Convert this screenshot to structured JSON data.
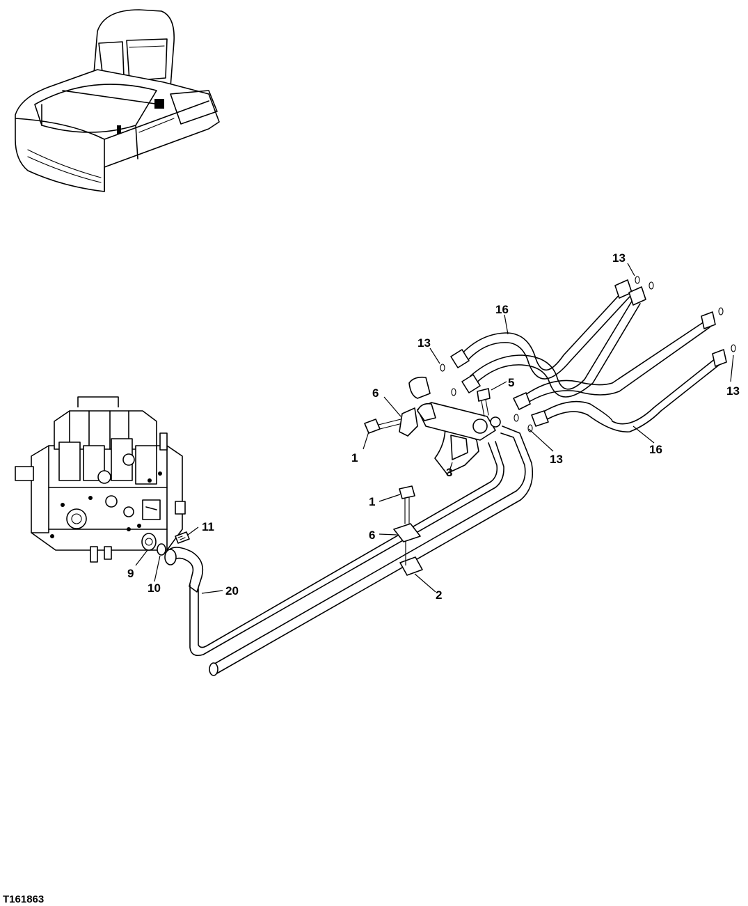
{
  "figure_id": "T161863",
  "callouts": [
    {
      "id": "c13a",
      "text": "13"
    },
    {
      "id": "c16a",
      "text": "16"
    },
    {
      "id": "c13b",
      "text": "13"
    },
    {
      "id": "c5",
      "text": "5"
    },
    {
      "id": "c6a",
      "text": "6"
    },
    {
      "id": "c13c",
      "text": "13"
    },
    {
      "id": "c1a",
      "text": "1"
    },
    {
      "id": "c3",
      "text": "3"
    },
    {
      "id": "c13d",
      "text": "13"
    },
    {
      "id": "c16b",
      "text": "16"
    },
    {
      "id": "c1b",
      "text": "1"
    },
    {
      "id": "c11",
      "text": "11"
    },
    {
      "id": "c6b",
      "text": "6"
    },
    {
      "id": "c9",
      "text": "9"
    },
    {
      "id": "c10",
      "text": "10"
    },
    {
      "id": "c20",
      "text": "20"
    },
    {
      "id": "c2",
      "text": "2"
    }
  ]
}
